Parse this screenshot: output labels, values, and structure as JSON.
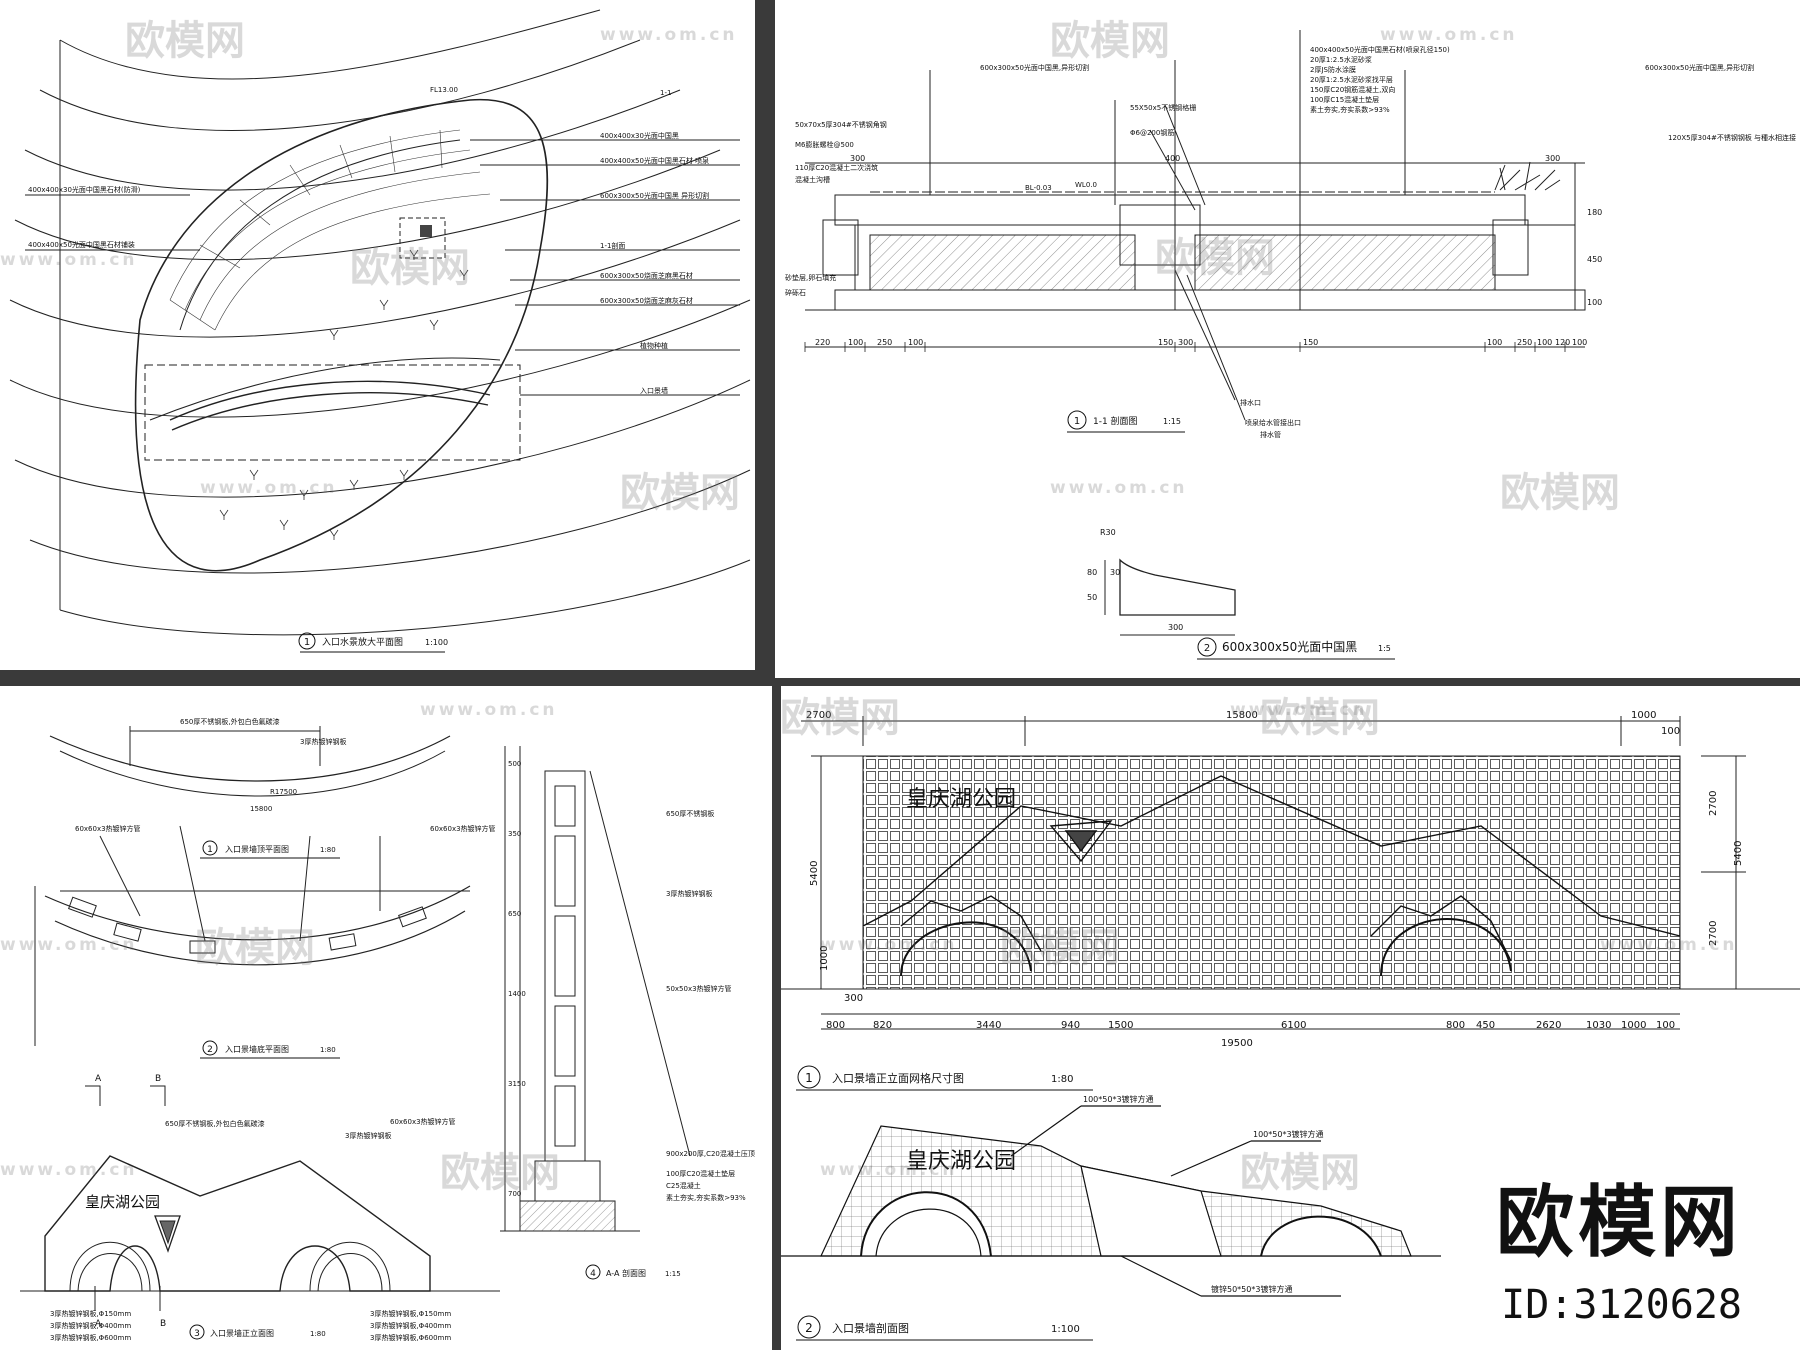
{
  "sheet1": {
    "caption_no": "1",
    "caption": "入口水景放大平面图",
    "scale": "1:100",
    "elev": "FL13.00",
    "section_tag": "1-1",
    "notes_left": [
      "400x400x30光面中国黑石材(防滑)",
      "400x400x50光面中国黑石材铺装"
    ],
    "notes_right": [
      "400x400x30光面中国黑",
      "400x400x50光面中国黑石材 喷泉",
      "600x300x50光面中国黑 异形切割",
      "1-1剖面",
      "600x300x50烧面芝麻黑石材",
      "600x300x50烧面芝麻灰石材",
      "植物种植",
      "入口景墙"
    ]
  },
  "sheet2": {
    "caption_no": "1",
    "caption": "1-1 剖面图",
    "scale": "1:15",
    "caption2_no": "2",
    "caption2": "600x300x50光面中国黑",
    "scale2": "1:5",
    "notes_top": [
      "600x300x50光面中国黑,异形切割",
      "400x400x50光面中国黑石材(喷泉孔径150)",
      "20厚1:2.5水泥砂浆",
      "2厚JS防水涂膜",
      "20厚1:2.5水泥砂浆找平层",
      "150厚C20钢筋混凝土,双向",
      "100厚C15混凝土垫层",
      "素土夯实,夯实系数>93%"
    ],
    "notes_left": [
      "50x70x5厚304#不锈钢角钢",
      "M6膨胀螺栓@500",
      "110厚C20混凝土二次浇筑",
      "混凝土沟槽",
      "砂垫层,卵石填充",
      "碎砾石"
    ],
    "dims_bottom": [
      "220",
      "100",
      "250",
      "100",
      "150",
      "300",
      "150",
      "100",
      "250",
      "100",
      "120",
      "100"
    ],
    "dims_top": [
      "300",
      "400",
      "300"
    ],
    "dims_right": [
      "180",
      "450",
      "100"
    ],
    "dims_small": [
      "R30",
      "80",
      "50",
      "30",
      "300"
    ],
    "labels_mid": [
      "55X50x5不锈钢格栅",
      "Φ6@200钢筋",
      "BL-0.03",
      "WL0.0",
      "排水口",
      "喷泉给水管接出口",
      "排水管"
    ],
    "note_right": "120X5厚304#不锈钢钢板 与種水相连接"
  },
  "sheet3": {
    "cap1_no": "1",
    "cap1": "入口景墙顶平面图",
    "scale1": "1:80",
    "cap2_no": "2",
    "cap2": "入口景墙底平面图",
    "scale2": "1:80",
    "cap3_no": "3",
    "cap3": "入口景墙正立面图",
    "scale3": "1:80",
    "cap4_no": "4",
    "cap4": "A-A 剖面图",
    "scale4": "1:15",
    "park_name": "皇庆湖公园",
    "dim_r": "R17500",
    "dim_len": "15800",
    "marks": [
      "A",
      "B"
    ],
    "notes_elev": [
      "650厚不锈钢板,外包白色氟碳漆",
      "3厚热镀锌钢板",
      "60x60x3热镀锌方管",
      "3厚热镀锌钢板,Φ150mm",
      "3厚热镀锌钢板,Φ400mm",
      "3厚热镀锌钢板,Φ600mm"
    ],
    "notes_sect": [
      "650厚不锈钢板",
      "3厚热镀锌钢板",
      "50x50x3热镀锌方管",
      "900x200厚,C20混凝土压顶",
      "100厚C20混凝土垫层",
      "C25混凝土",
      "素土夯实,夯实系数>93%"
    ],
    "dims_sect": [
      "500",
      "350",
      "650",
      "1400",
      "3150",
      "700"
    ]
  },
  "sheet4": {
    "cap1_no": "1",
    "cap1": "入口景墙正立面网格尺寸图",
    "scale1": "1:80",
    "cap2_no": "2",
    "cap2": "入口景墙剖面图",
    "scale2": "1:100",
    "park_name": "皇庆湖公园",
    "dims_top": [
      "2700",
      "15800",
      "1000",
      "100"
    ],
    "dims_bottom": [
      "800",
      "820",
      "3440",
      "940",
      "1500",
      "6100",
      "800",
      "450",
      "2620",
      "1030",
      "1000",
      "100"
    ],
    "total": "19500",
    "dims_left": [
      "5400",
      "1000",
      "300"
    ],
    "dims_right": [
      "2700",
      "5400",
      "2700"
    ],
    "note1": "100*50*3镀锌方通",
    "note2": "100*50*3镀锌方通",
    "note3": "镀锌50*50*3镀锌方通"
  },
  "watermark": {
    "brand": "欧模网",
    "url": "www.om.cn"
  },
  "brand": {
    "name": "欧模网",
    "id": "ID:3120628"
  }
}
